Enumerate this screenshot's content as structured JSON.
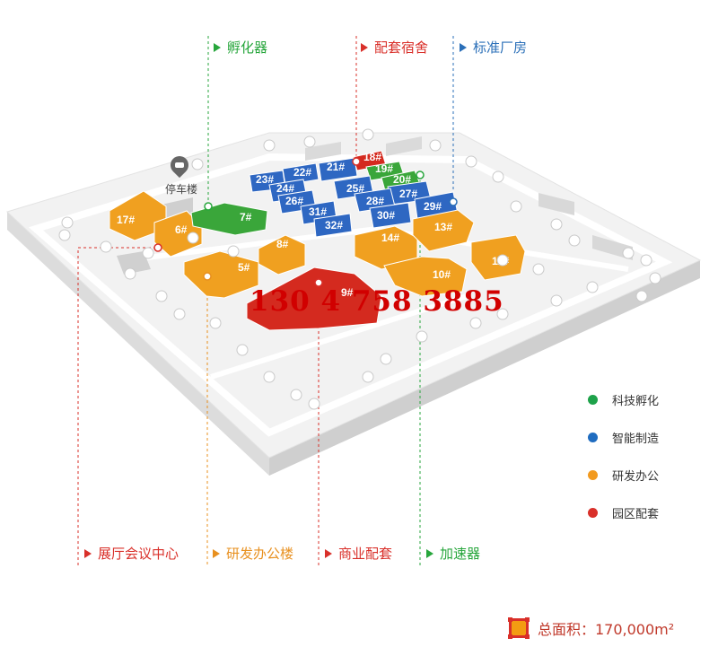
{
  "top_labels": [
    {
      "text": "孵化器",
      "color": "#27a63c"
    },
    {
      "text": "配套宿舍",
      "color": "#d9302a"
    },
    {
      "text": "标准厂房",
      "color": "#2a6fb8"
    }
  ],
  "bottom_labels": [
    {
      "text": "展厅会议中心",
      "color": "#d9302a"
    },
    {
      "text": "研发办公楼",
      "color": "#e8901f"
    },
    {
      "text": "商业配套",
      "color": "#d9302a"
    },
    {
      "text": "加速器",
      "color": "#27a63c"
    }
  ],
  "parking": {
    "label": "停车楼",
    "icon": "car-pin-icon"
  },
  "buildings": [
    {
      "label": "17#",
      "type": "orange"
    },
    {
      "label": "6#",
      "type": "orange"
    },
    {
      "label": "7#",
      "type": "green"
    },
    {
      "label": "8#",
      "type": "orange"
    },
    {
      "label": "5#",
      "type": "orange"
    },
    {
      "label": "9#",
      "type": "red"
    },
    {
      "label": "18#",
      "type": "red"
    },
    {
      "label": "19#",
      "type": "green"
    },
    {
      "label": "20#",
      "type": "green"
    },
    {
      "label": "21#",
      "type": "blue"
    },
    {
      "label": "22#",
      "type": "blue"
    },
    {
      "label": "23#",
      "type": "blue"
    },
    {
      "label": "24#",
      "type": "blue"
    },
    {
      "label": "25#",
      "type": "blue"
    },
    {
      "label": "26#",
      "type": "blue"
    },
    {
      "label": "27#",
      "type": "blue"
    },
    {
      "label": "28#",
      "type": "blue"
    },
    {
      "label": "29#",
      "type": "blue"
    },
    {
      "label": "30#",
      "type": "blue"
    },
    {
      "label": "31#",
      "type": "blue"
    },
    {
      "label": "32#",
      "type": "blue"
    },
    {
      "label": "14#",
      "type": "orange"
    },
    {
      "label": "13#",
      "type": "orange"
    },
    {
      "label": "11#",
      "type": "orange"
    },
    {
      "label": "10#",
      "type": "orange"
    }
  ],
  "legend": [
    {
      "text": "科技孵化",
      "color": "#1ea24a"
    },
    {
      "text": "智能制造",
      "color": "#1f6cc0"
    },
    {
      "text": "研发办公",
      "color": "#f29a1f"
    },
    {
      "text": "园区配套",
      "color": "#d9302a"
    }
  ],
  "watermark": "130 4 758 3885",
  "total_area": "总面积：170,000m²",
  "colors": {
    "green": "#3aa63a",
    "blue": "#2e67c2",
    "orange": "#f0a020",
    "red": "#d42a1f",
    "ground": "#f1f1f1"
  }
}
